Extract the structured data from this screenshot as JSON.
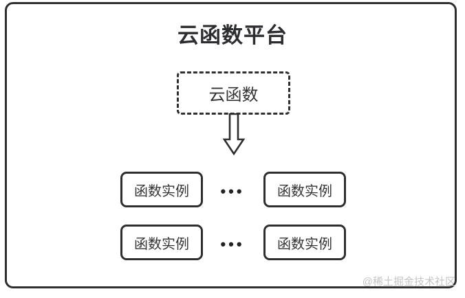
{
  "page": {
    "title": "云函数平台",
    "watermark": "@稀土掘金技术社区"
  },
  "diagram": {
    "root_node": {
      "label": "云函数"
    },
    "arrow_icon": "down-arrow",
    "rows": [
      {
        "left": "函数实例",
        "separator": "•••",
        "right": "函数实例"
      },
      {
        "left": "函数实例",
        "separator": "•••",
        "right": "函数实例"
      }
    ],
    "colors": {
      "line": "#2e2e2e",
      "text": "#333333",
      "title": "#2b2d30",
      "watermark": "#c4c4c4",
      "background": "#ffffff"
    }
  }
}
